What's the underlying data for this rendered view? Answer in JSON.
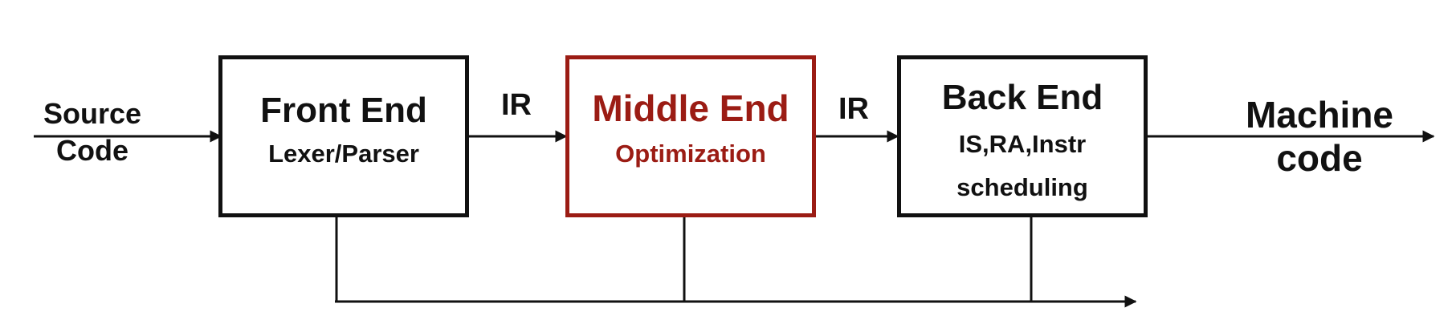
{
  "input": {
    "line1": "Source",
    "line2": "Code"
  },
  "output": {
    "line1": "Machine",
    "line2": "code"
  },
  "edges": {
    "ir_left": "IR",
    "ir_right": "IR"
  },
  "front_end": {
    "title": "Front End",
    "detail": "Lexer/Parser"
  },
  "middle_end": {
    "title": "Middle End",
    "detail": "Optimization"
  },
  "back_end": {
    "title": "Back End",
    "detail_line1": "IS,RA,Instr",
    "detail_line2": "scheduling"
  },
  "colors": {
    "stroke": "#111111",
    "accent": "#9b1c14"
  }
}
